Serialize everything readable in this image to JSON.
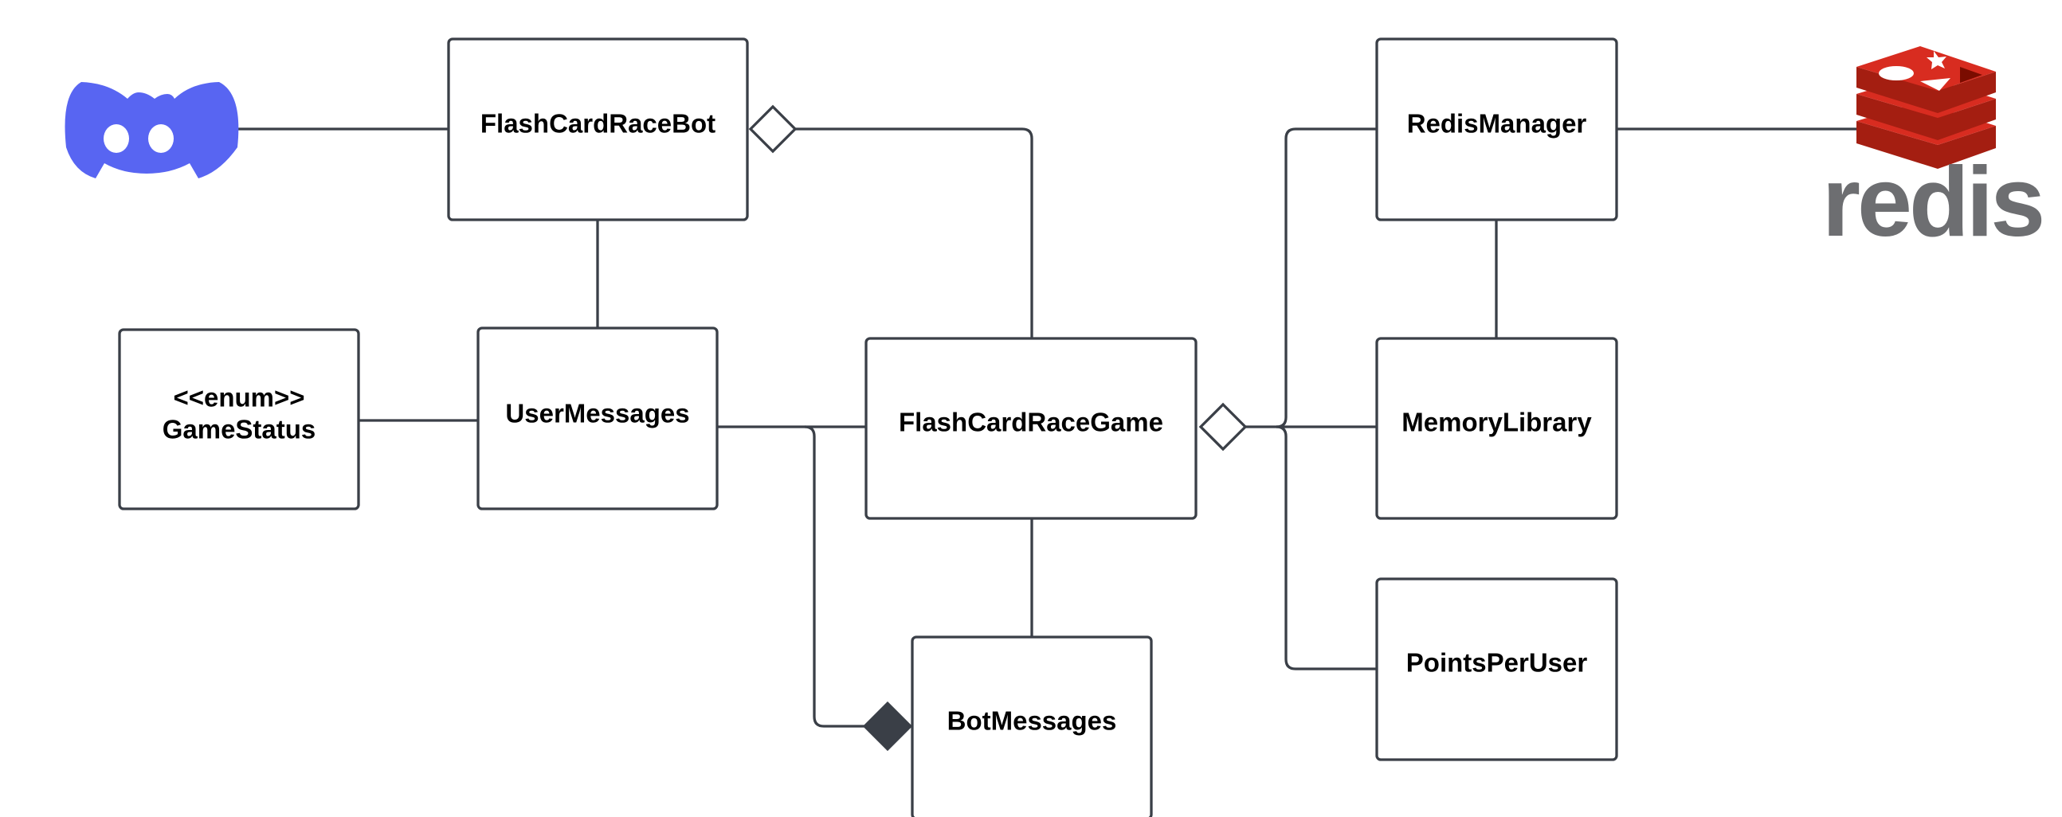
{
  "diagram": {
    "classes": {
      "flash_card_race_bot": "FlashCardRaceBot",
      "user_messages": "UserMessages",
      "game_status_stereotype": "<<enum>>",
      "game_status": "GameStatus",
      "flash_card_race_game": "FlashCardRaceGame",
      "bot_messages": "BotMessages",
      "redis_manager": "RedisManager",
      "memory_library": "MemoryLibrary",
      "points_per_user": "PointsPerUser"
    },
    "relationships": [
      {
        "from": "FlashCardRaceBot",
        "to": "FlashCardRaceGame",
        "type": "aggregation"
      },
      {
        "from": "FlashCardRaceBot",
        "to": "UserMessages",
        "type": "association"
      },
      {
        "from": "UserMessages",
        "to": "GameStatus",
        "type": "association"
      },
      {
        "from": "UserMessages",
        "to": "FlashCardRaceGame",
        "type": "association"
      },
      {
        "from": "BotMessages",
        "to": "UserMessages",
        "type": "composition"
      },
      {
        "from": "FlashCardRaceGame",
        "to": "BotMessages",
        "type": "association"
      },
      {
        "from": "FlashCardRaceGame",
        "to": "RedisManager",
        "type": "aggregation"
      },
      {
        "from": "FlashCardRaceGame",
        "to": "MemoryLibrary",
        "type": "aggregation"
      },
      {
        "from": "FlashCardRaceGame",
        "to": "PointsPerUser",
        "type": "aggregation"
      },
      {
        "from": "RedisManager",
        "to": "MemoryLibrary",
        "type": "association"
      },
      {
        "from": "FlashCardRaceBot",
        "to": "discord-logo",
        "type": "association"
      },
      {
        "from": "RedisManager",
        "to": "redis-logo",
        "type": "association"
      }
    ],
    "logos": {
      "discord_color": "#5865F2",
      "redis_wordmark": "redis",
      "redis_red": "#D82C20",
      "redis_dark_red": "#A41E11",
      "redis_text_color": "#6D6E71"
    },
    "colors": {
      "line": "#3a3f47",
      "box_fill": "#ffffff",
      "text": "#000000"
    }
  }
}
